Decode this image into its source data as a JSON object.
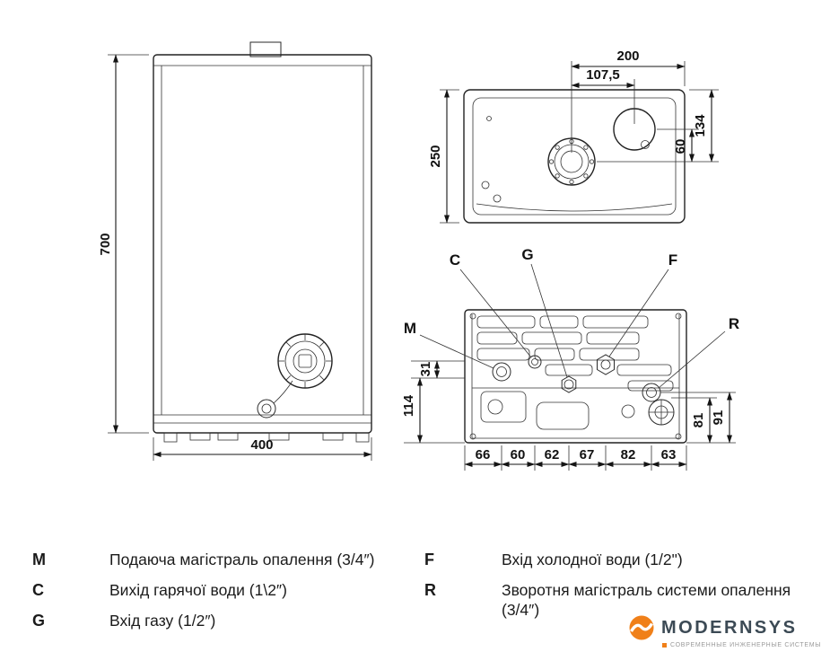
{
  "drawing": {
    "front_view": {
      "height_label": "700",
      "width_label": "400"
    },
    "top_view": {
      "width_label": "200",
      "flue_offset_label": "107,5",
      "depth_label": "250",
      "rear_label": "134",
      "offset_label": "60"
    },
    "bottom_view": {
      "marker_m": "M",
      "marker_c": "C",
      "marker_g": "G",
      "marker_f": "F",
      "marker_r": "R",
      "left_dims": [
        "31",
        "114"
      ],
      "bottom_dims": [
        "66",
        "60",
        "62",
        "67",
        "82",
        "63"
      ],
      "right_dims": [
        "81",
        "91"
      ]
    }
  },
  "legend": {
    "items": [
      {
        "key": "M",
        "text": "Подаюча магістраль опалення (3/4″)"
      },
      {
        "key": "C",
        "text": "Вихід гарячої води (1\\2″)"
      },
      {
        "key": "G",
        "text": "Вхід газу (1/2″)"
      },
      {
        "key": "F",
        "text": "Вхід холодної води (1/2\")"
      },
      {
        "key": "R",
        "text": "Зворотня магістраль системи опалення (3/4″)"
      }
    ]
  },
  "logo": {
    "brand": "MODERNSYS",
    "tagline": "СОВРЕМЕННЫЕ ИНЖЕНЕРНЫЕ СИСТЕМЫ"
  },
  "colors": {
    "line": "#222222",
    "accent_orange": "#f08019",
    "brand_dark": "#3c4a55"
  }
}
